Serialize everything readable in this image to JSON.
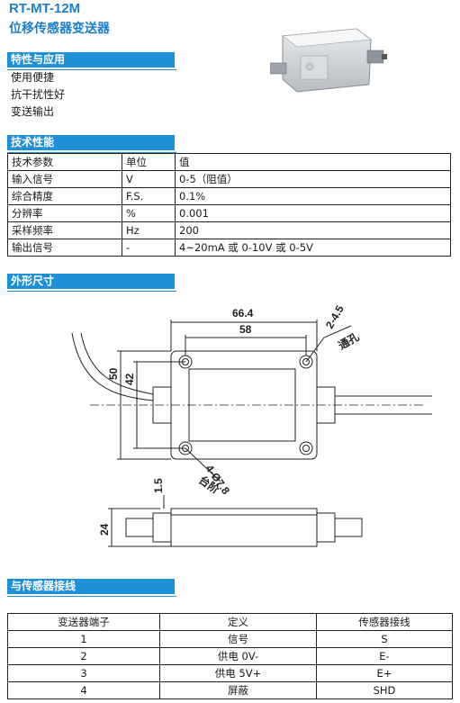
{
  "header": {
    "model": "RT-MT-12M",
    "subtitle": "位移传感器变送器"
  },
  "features": {
    "title": "特性与应用",
    "items": [
      "使用便捷",
      "抗干扰性好",
      "变送输出"
    ]
  },
  "specs": {
    "title": "技术性能",
    "columns": [
      "技术参数",
      "单位",
      "值"
    ],
    "rows": [
      [
        "输入信号",
        "V",
        "0-5（阻值）"
      ],
      [
        "综合精度",
        "F.S.",
        "0.1%"
      ],
      [
        "分辨率",
        "%",
        "0.001"
      ],
      [
        "采样频率",
        "Hz",
        "200"
      ],
      [
        "输出信号",
        "-",
        "4~20mA 或 0-10V 或 0-5V"
      ]
    ]
  },
  "dimensions": {
    "title": "外形尺寸",
    "labels": {
      "width_outer": "66.4",
      "width_inner": "58",
      "hole": "2-4.5",
      "hole_note": "通孔",
      "height_outer": "50",
      "height_inner": "42",
      "cable_gland": "4-Ø7.8",
      "gland_note": "台阶",
      "offset": "1.5",
      "depth": "24"
    }
  },
  "wiring": {
    "title": "与传感器接线",
    "columns": [
      "变送器端子",
      "定义",
      "传感器接线"
    ],
    "rows": [
      [
        "1",
        "信号",
        "S"
      ],
      [
        "2",
        "供电 0V-",
        "E-"
      ],
      [
        "3",
        "供电 5V+",
        "E+"
      ],
      [
        "4",
        "屏蔽",
        "SHD"
      ]
    ]
  }
}
